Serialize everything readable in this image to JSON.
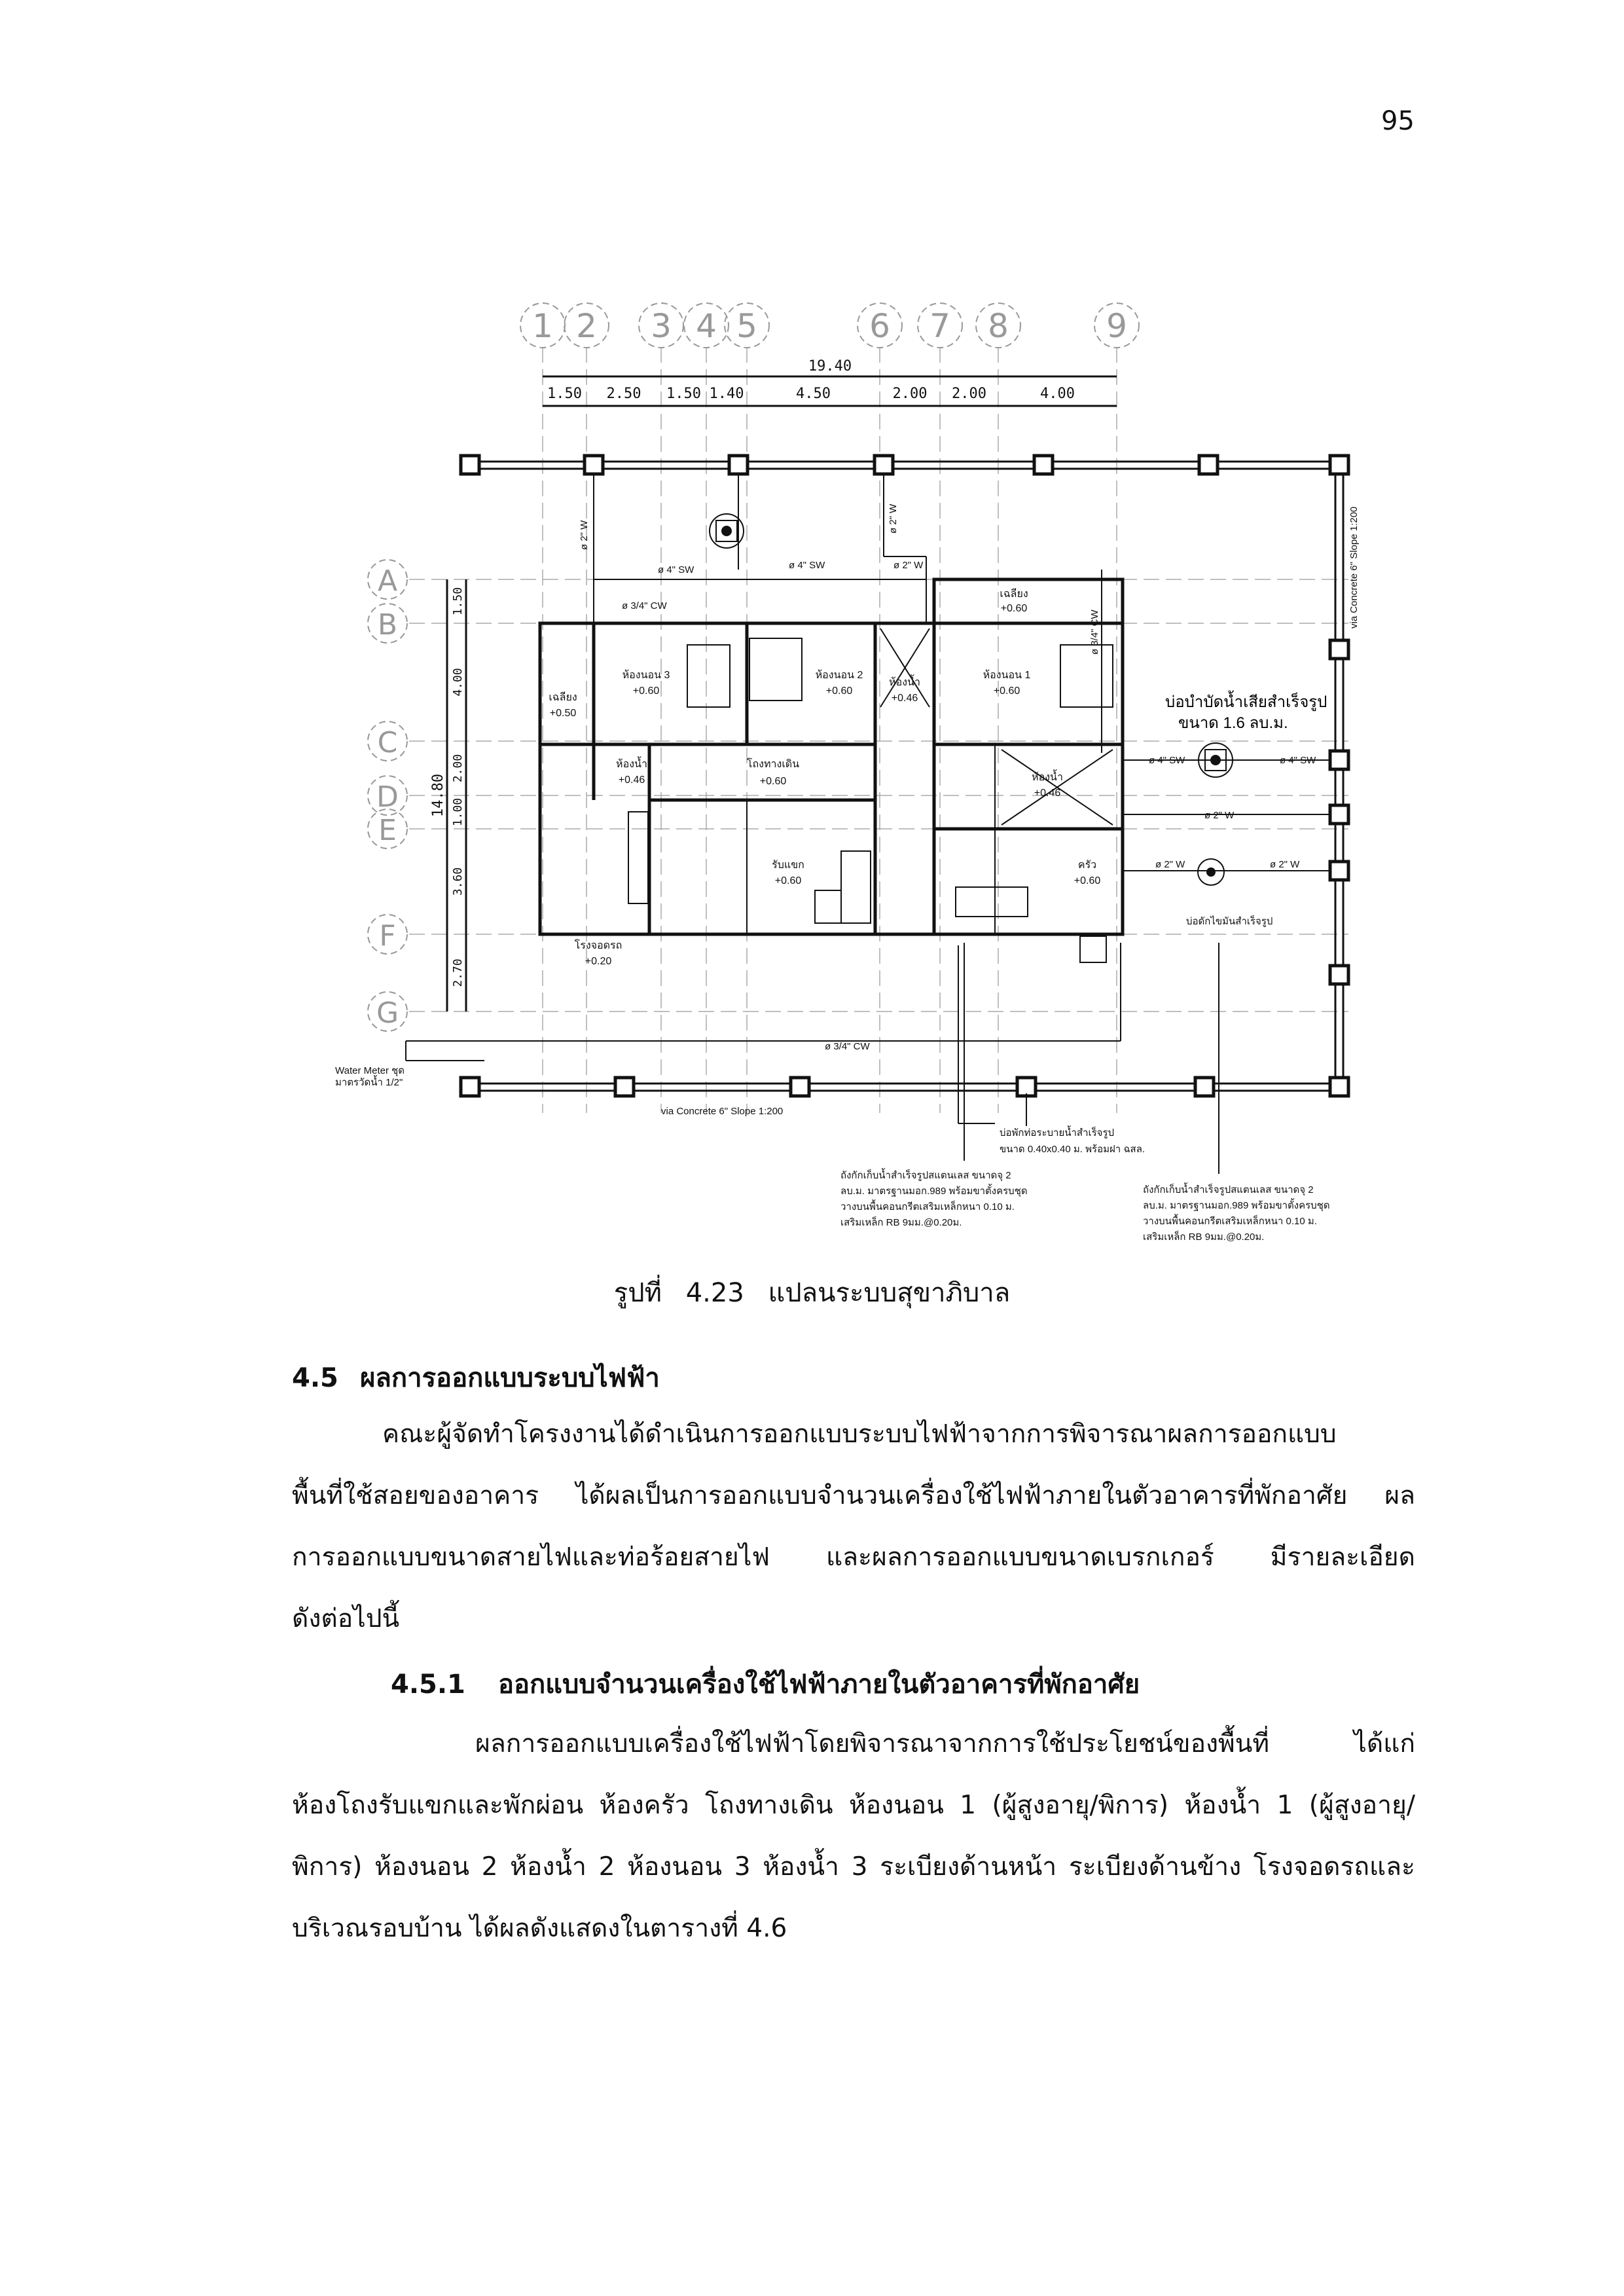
{
  "page_number": "95",
  "figure": {
    "grid_columns": [
      "1",
      "2",
      "3",
      "4",
      "5",
      "6",
      "7",
      "8",
      "9"
    ],
    "grid_rows": [
      "A",
      "B",
      "C",
      "D",
      "E",
      "F",
      "G"
    ],
    "total_width": "19.40",
    "column_spacings": [
      "1.50",
      "2.50",
      "1.50",
      "1.40",
      "4.50",
      "2.00",
      "2.00",
      "4.00"
    ],
    "total_depth": "14.80",
    "row_spacings": [
      "1.50",
      "4.00",
      "2.00",
      "1.00",
      "3.60",
      "2.70"
    ],
    "rooms": {
      "bedroom3": "ห้องนอน 3",
      "bedroom3_level": "+0.60",
      "bedroom2": "ห้องนอน 2",
      "bedroom2_level": "+0.60",
      "bath2": "ห้องน้ำ",
      "bath2_level": "+0.46",
      "bedroom1": "ห้องนอน 1",
      "bedroom1_level": "+0.60",
      "porch_top": "เฉลียง",
      "porch_top_level": "+0.60",
      "porch_left": "เฉลียง",
      "porch_left_level": "+0.50",
      "bath3": "ห้องน้ำ",
      "bath3_level": "+0.46",
      "hall": "โถงทางเดิน",
      "hall_level": "+0.60",
      "bath1": "ห้องน้ำ",
      "bath1_level": "+0.46",
      "living": "รับแขก",
      "living_level": "+0.60",
      "kitchen": "ครัว",
      "kitchen_level": "+0.60",
      "carport": "โรงจอดรถ",
      "carport_level": "+0.20"
    },
    "pipes": {
      "sw4_a": "ø 4\" SW",
      "sw4_b": "ø 4\" SW",
      "w2_top": "ø 2\" W",
      "cw34_top": "ø 3/4\" CW",
      "w2_v1": "ø 2\" W",
      "w2_v2": "ø 2\" W",
      "cw34_v": "ø 3/4\" CW",
      "sw4_c": "ø 4\" SW",
      "sw4_d": "ø 4\" SW",
      "w2_e": "ø 2\" W",
      "w2_f": "ø 2\" W",
      "w2_g": "ø 2\" W",
      "cw34_bottom": "ø 3/4\" CW",
      "slope_right": "via Concrete 6\" Slope 1:200",
      "slope_bottom": "via Concrete 6\" Slope 1:200"
    },
    "water_meter": [
      "Water Meter ชุด",
      "มาตรวัดน้ำ 1/2\""
    ],
    "septic_label": [
      "บ่อบำบัดน้ำเสียสำเร็จรูป",
      "ขนาด 1.6 ลบ.ม."
    ],
    "grease_trap_label": "บ่อดักไขมันสำเร็จรูป",
    "manhole_note": [
      "บ่อพักท่อระบายน้ำสำเร็จรูป",
      "ขนาด 0.40x0.40 ม. พร้อมฝา ฉสล."
    ],
    "tank_note_left": [
      "ถังกักเก็บน้ำสำเร็จรูปสแตนเลส ขนาดจุ 2",
      "ลบ.ม. มาตรฐานมอก.989 พร้อมขาตั้งครบชุด",
      "วางบนพื้นคอนกรีตเสริมเหล็กหนา 0.10 ม.",
      "เสริมเหล็ก RB 9มม.@0.20ม."
    ],
    "tank_note_right": [
      "ถังกักเก็บน้ำสำเร็จรูปสแตนเลส ขนาดจุ 2",
      "ลบ.ม. มาตรฐานมอก.989 พร้อมขาตั้งครบชุด",
      "วางบนพื้นคอนกรีตเสริมเหล็กหนา 0.10 ม.",
      "เสริมเหล็ก RB 9มม.@0.20ม."
    ],
    "caption": "รูปที่ 4.23 แปลนระบบสุขาภิบาล"
  },
  "section_4_5": {
    "number": "4.5",
    "title": "ผลการออกแบบระบบไฟฟ้า",
    "lines": [
      "คณะผู้จัดทำโครงงานได้ดำเนินการออกแบบระบบไฟฟ้าจากการพิจารณาผลการออกแบบ",
      "พื้นที่ใช้สอยของอาคาร ได้ผลเป็นการออกแบบจำนวนเครื่องใช้ไฟฟ้าภายในตัวอาคารที่พักอาศัย ผล",
      "การออกแบบขนาดสายไฟและท่อร้อยสายไฟ และผลการออกแบบขนาดเบรกเกอร์ มีรายละเอียด",
      "ดังต่อไปนี้"
    ]
  },
  "section_4_5_1": {
    "number": "4.5.1",
    "title": "ออกแบบจำนวนเครื่องใช้ไฟฟ้าภายในตัวอาคารที่พักอาศัย",
    "lines": [
      "ผลการออกแบบเครื่องใช้ไฟฟ้าโดยพิจารณาจากการใช้ประโยชน์ของพื้นที่ ได้แก่",
      "ห้องโถงรับแขกและพักผ่อน ห้องครัว โถงทางเดิน ห้องนอน 1 (ผู้สูงอายุ/พิการ) ห้องน้ำ 1 (ผู้สูงอายุ/",
      "พิการ) ห้องนอน 2 ห้องน้ำ 2 ห้องนอน 3 ห้องน้ำ 3 ระเบียงด้านหน้า ระเบียงด้านข้าง โรงจอดรถและ",
      "บริเวณรอบบ้าน ได้ผลดังแสดงในตารางที่ 4.6"
    ]
  }
}
